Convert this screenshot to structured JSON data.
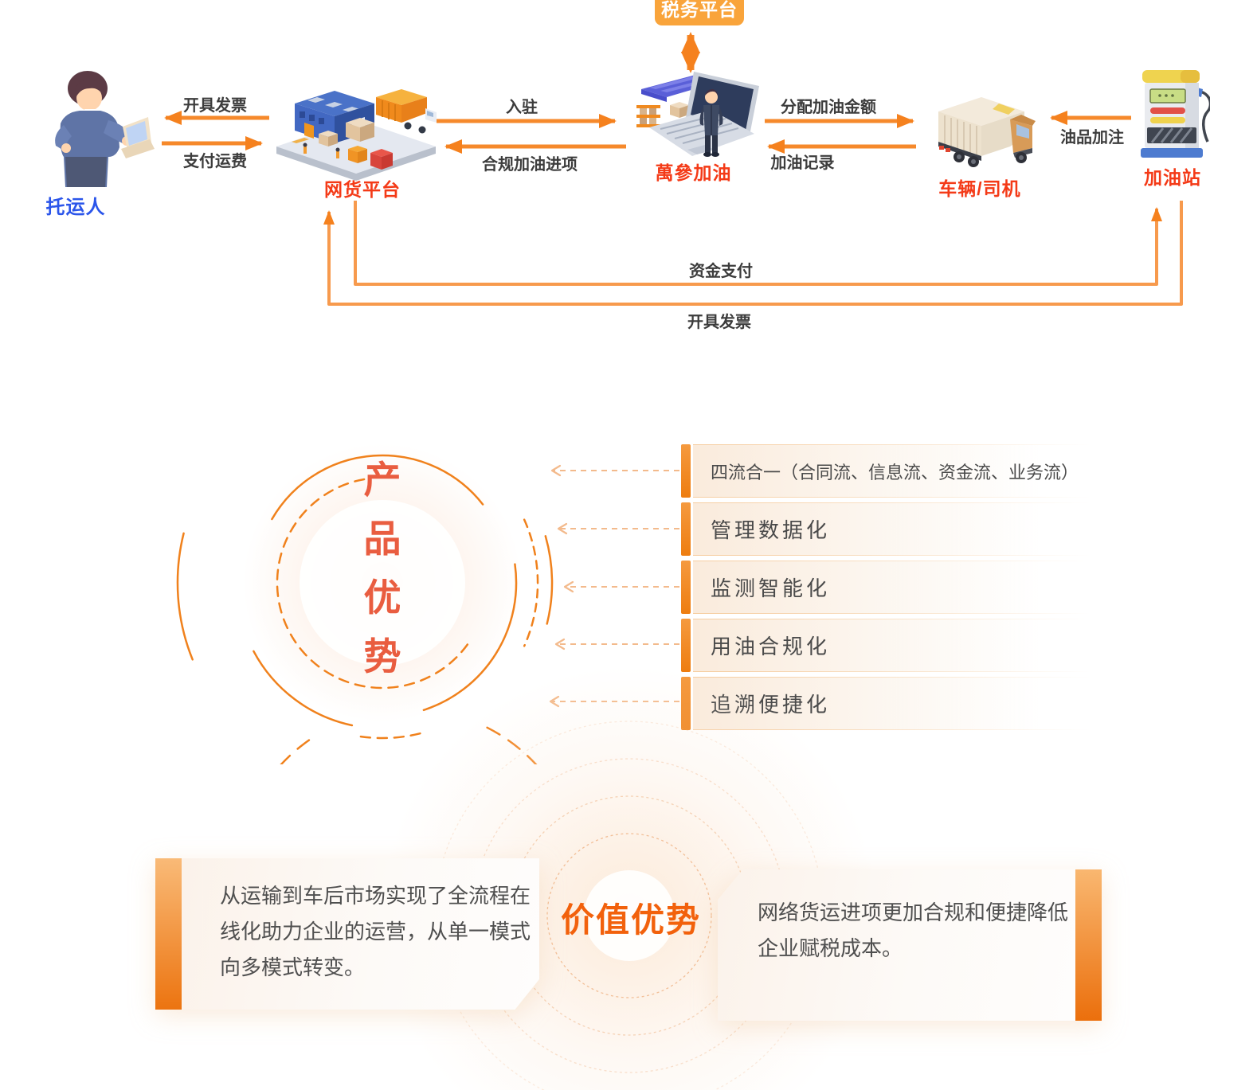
{
  "flow": {
    "nodes": [
      {
        "id": "shipper",
        "label": "托运人"
      },
      {
        "id": "freight_platform",
        "label": "网货平台"
      },
      {
        "id": "tax_platform",
        "label": "税务平台"
      },
      {
        "id": "fuel_platform",
        "label": "萬參加油"
      },
      {
        "id": "vehicle_driver",
        "label": "车辆/司机"
      },
      {
        "id": "gas_station",
        "label": "加油站"
      }
    ],
    "edges": {
      "issue_invoice_to_shipper": "开具发票",
      "pay_freight": "支付运费",
      "onboard": "入驻",
      "compliant_fuel_input": "合规加油进项",
      "allocate_fuel_amount": "分配加油金额",
      "refuel_record": "加油记录",
      "oil_filling": "油品加注",
      "funds_payment": "资金支付",
      "issue_invoice_to_platform": "开具发票"
    }
  },
  "product": {
    "title": "产品优势",
    "title_chars": [
      "产",
      "品",
      "优",
      "势"
    ],
    "items": [
      "四流合一（合同流、信息流、资金流、业务流）",
      "管理数据化",
      "监测智能化",
      "用油合规化",
      "追溯便捷化"
    ]
  },
  "value": {
    "title": "价值优势",
    "cards": [
      {
        "side": "left",
        "text": "从运输到车后市场实现了全流程在线化助力企业的运营，从单一模式向多模式转变。"
      },
      {
        "side": "right",
        "text": "网络货运进项更加合规和便捷降低企业赋税成本。"
      }
    ]
  },
  "icons": {
    "shipper": "businessman-laptop-illustration",
    "freight_platform": "warehouse-illustration",
    "fuel_platform": "laptop-operator-illustration",
    "vehicle_driver": "box-truck-illustration",
    "gas_station": "fuel-pump-illustration",
    "tax_link": "double-arrow-icon"
  },
  "colors": {
    "arrow_orange": "#F6892B",
    "node_label_red": "#F43A17",
    "shipper_label_blue": "#2B55EA",
    "tax_badge_bg": "#F9A43B",
    "edge_label_gray": "#3C3C3C",
    "accent_orange": "#F0861B",
    "product_title_red": "#E95D40",
    "value_title_orange": "#F2610C",
    "body_text_gray": "#4F4F4F"
  }
}
